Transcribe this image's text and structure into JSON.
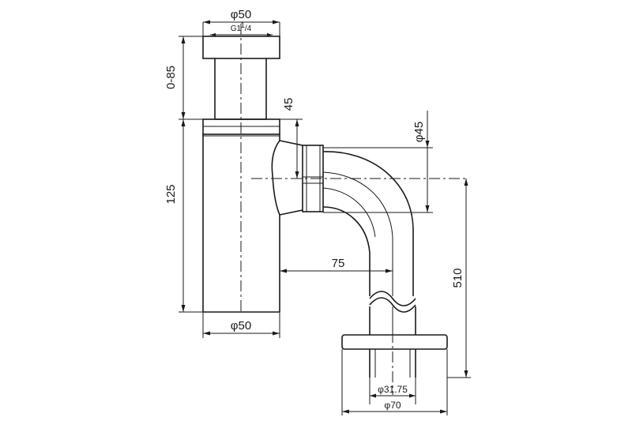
{
  "dimensions": {
    "top_diameter": "φ50",
    "thread_main": "G1",
    "thread_sup": "1",
    "thread_frac": "/4",
    "height_adjust": "0-85",
    "body_height": "125",
    "pipe_offset": "45",
    "pipe_diameter": "φ45",
    "horizontal_offset": "75",
    "total_drop": "510",
    "bottom_diameter": "φ50",
    "flange_inner_diameter": "φ31.75",
    "flange_outer_diameter": "φ70"
  }
}
